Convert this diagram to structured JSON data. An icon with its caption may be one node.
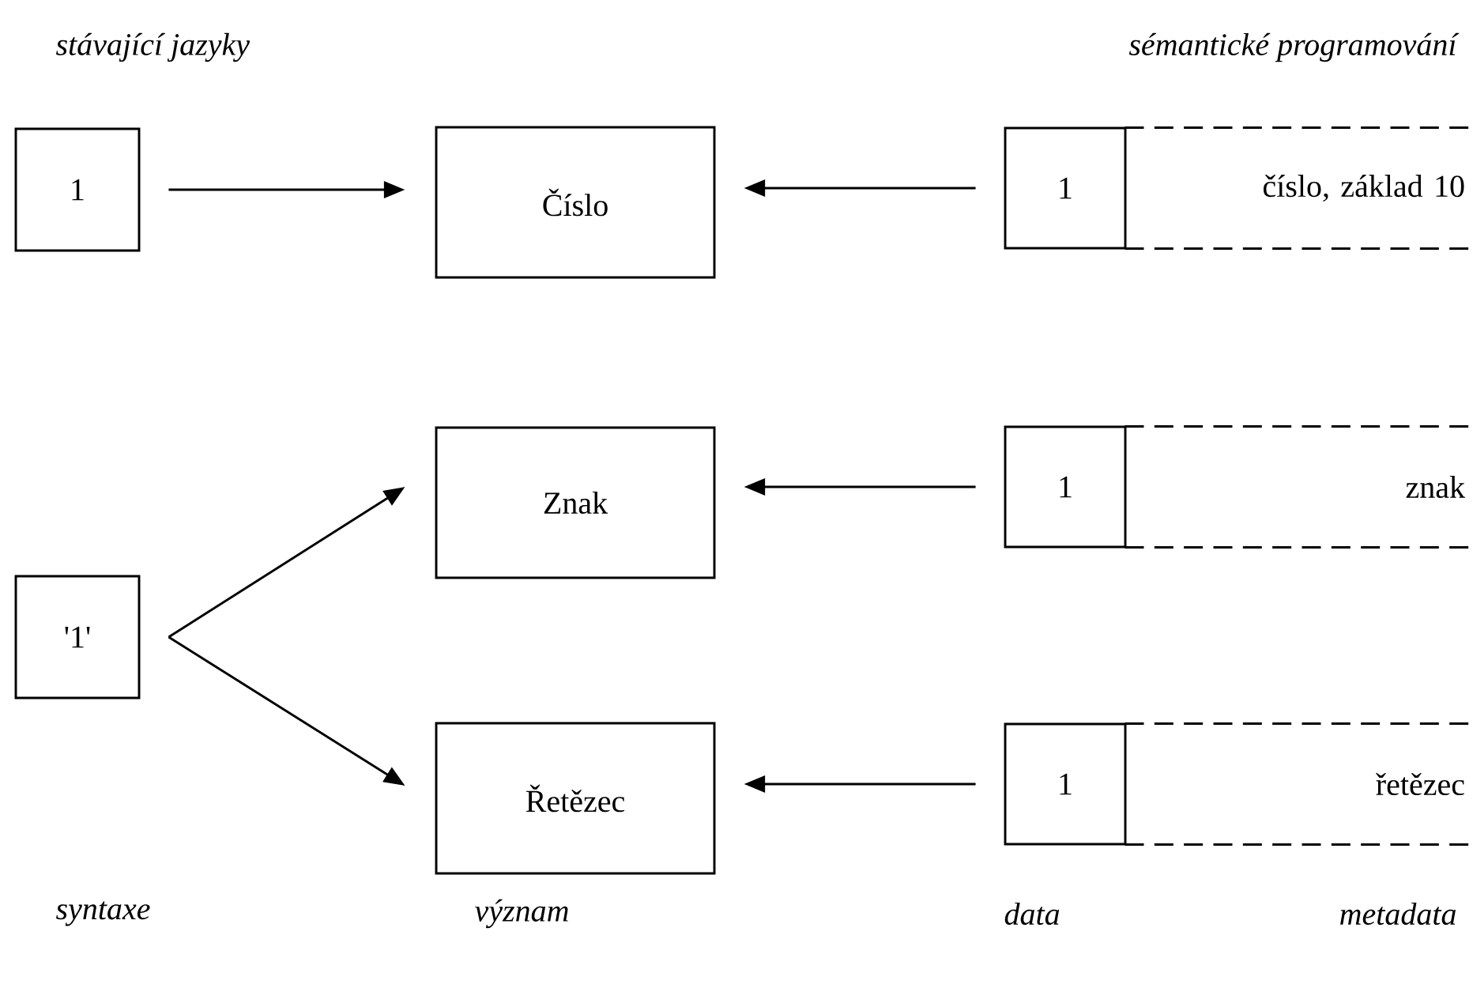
{
  "diagram": {
    "nodes": [
      {
        "text": [
          "1"
        ]
      },
      {
        "text": [
          "Číslo"
        ]
      },
      {
        "text": [
          "1"
        ]
      },
      {
        "text": [
          "číslo, základ 10"
        ]
      },
      {
        "text": [
          "Znak"
        ]
      },
      {
        "text": [
          "1"
        ]
      },
      {
        "text": [
          "znak"
        ]
      },
      {
        "text": [
          "'1'"
        ]
      },
      {
        "text": [
          "Řetězec"
        ]
      },
      {
        "text": [
          "1"
        ]
      },
      {
        "text": [
          "řetězec"
        ]
      }
    ],
    "edges": [
      {
        "from": 0,
        "to": 1,
        "arrow": "to"
      },
      {
        "from": 2,
        "to": 1,
        "arrow": "to"
      },
      {
        "from": 7,
        "to": 4,
        "arrow": "to"
      },
      {
        "from": 7,
        "to": 8,
        "arrow": "to"
      },
      {
        "from": 5,
        "to": 4,
        "arrow": "to"
      },
      {
        "from": 9,
        "to": 8,
        "arrow": "to"
      }
    ],
    "labels": [
      "stávající jazyky",
      "sémantické programování",
      "syntaxe",
      "význam",
      "data",
      "metadata"
    ]
  }
}
